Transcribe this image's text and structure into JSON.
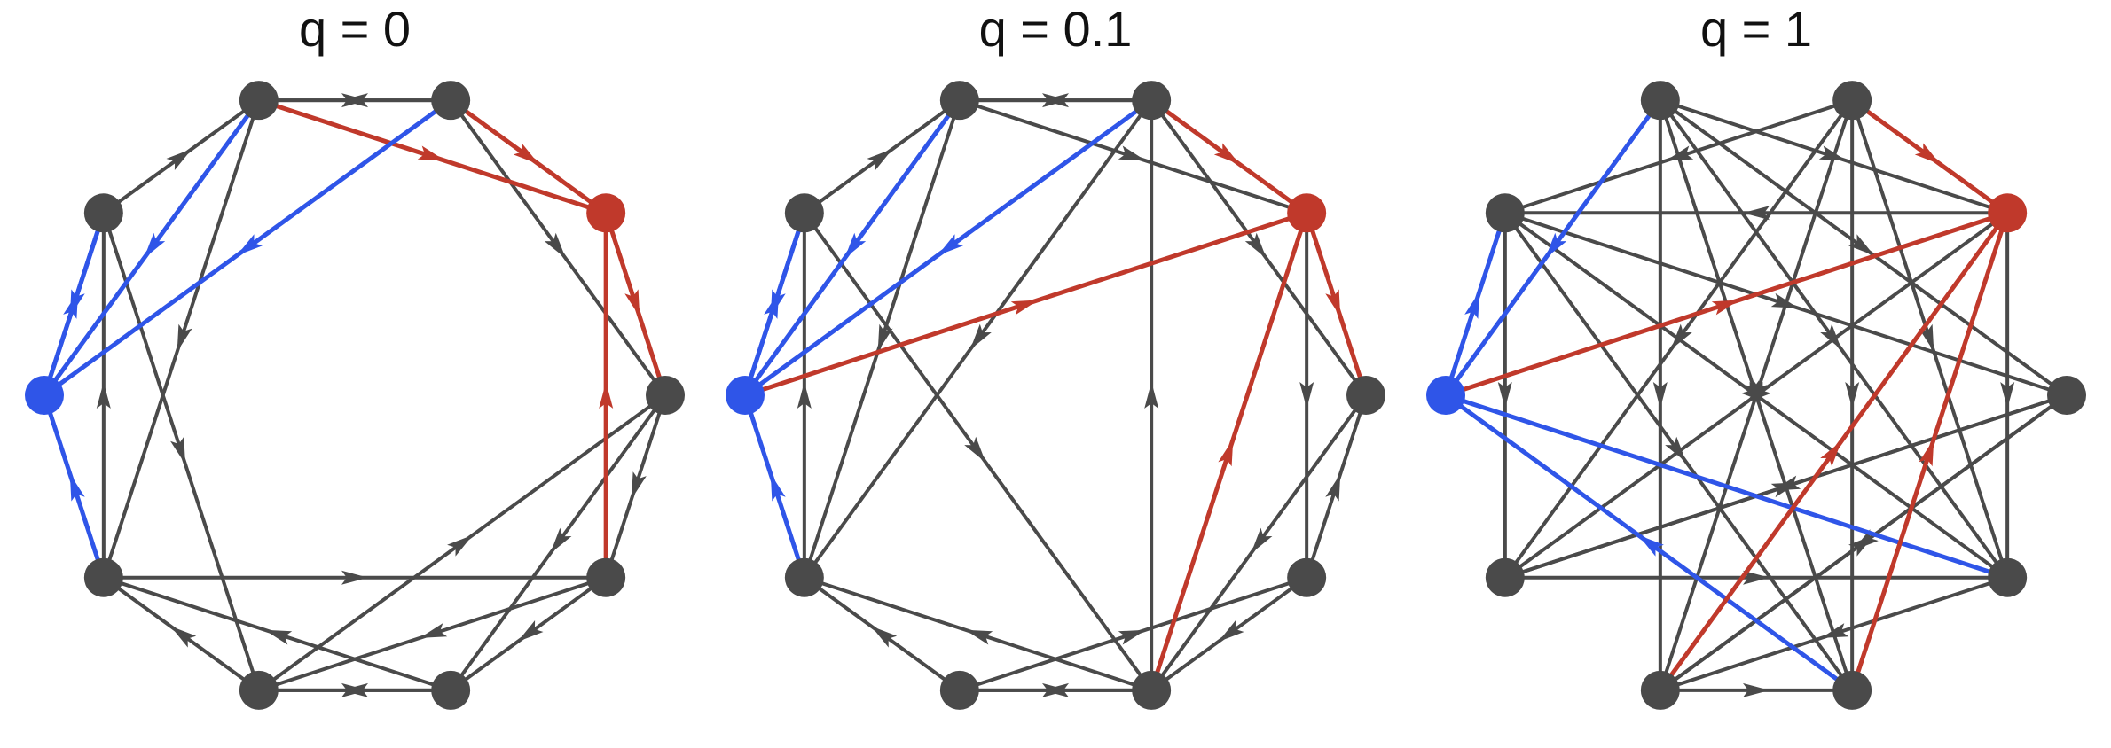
{
  "colors": {
    "default": "#4a4a4a",
    "blue": "#2f55e8",
    "red": "#c0392b"
  },
  "panels": [
    {
      "title": "q = 0",
      "node_colors": [
        "default",
        "default",
        "red",
        "default",
        "default",
        "default",
        "default",
        "default",
        "blue",
        "default"
      ],
      "edges": [
        {
          "from": 0,
          "to": 1,
          "color": "default",
          "mid_arrow": true
        },
        {
          "from": 1,
          "to": 0,
          "color": "default",
          "mid_arrow": true
        },
        {
          "from": 0,
          "to": 2,
          "color": "red",
          "mid_arrow": true
        },
        {
          "from": 0,
          "to": 8,
          "color": "blue",
          "mid_arrow": true
        },
        {
          "from": 0,
          "to": 7,
          "color": "default",
          "mid_arrow": true
        },
        {
          "from": 1,
          "to": 2,
          "color": "red",
          "mid_arrow": true
        },
        {
          "from": 1,
          "to": 3,
          "color": "default",
          "mid_arrow": true
        },
        {
          "from": 1,
          "to": 8,
          "color": "blue",
          "mid_arrow": true
        },
        {
          "from": 2,
          "to": 3,
          "color": "red",
          "mid_arrow": true
        },
        {
          "from": 4,
          "to": 2,
          "color": "red",
          "mid_arrow": true
        },
        {
          "from": 3,
          "to": 4,
          "color": "default",
          "mid_arrow": true
        },
        {
          "from": 3,
          "to": 5,
          "color": "default",
          "mid_arrow": true
        },
        {
          "from": 4,
          "to": 5,
          "color": "default",
          "mid_arrow": true
        },
        {
          "from": 4,
          "to": 6,
          "color": "default",
          "mid_arrow": true
        },
        {
          "from": 5,
          "to": 6,
          "color": "default",
          "mid_arrow": true
        },
        {
          "from": 6,
          "to": 5,
          "color": "default",
          "mid_arrow": true
        },
        {
          "from": 5,
          "to": 7,
          "color": "default",
          "mid_arrow": true
        },
        {
          "from": 6,
          "to": 3,
          "color": "default",
          "mid_arrow": true
        },
        {
          "from": 6,
          "to": 7,
          "color": "default",
          "mid_arrow": true
        },
        {
          "from": 7,
          "to": 4,
          "color": "default",
          "mid_arrow": true
        },
        {
          "from": 7,
          "to": 9,
          "color": "default",
          "mid_arrow": true
        },
        {
          "from": 7,
          "to": 8,
          "color": "blue",
          "mid_arrow": true
        },
        {
          "from": 8,
          "to": 9,
          "color": "blue",
          "mid_arrow": true
        },
        {
          "from": 9,
          "to": 8,
          "color": "blue",
          "mid_arrow": true
        },
        {
          "from": 9,
          "to": 6,
          "color": "default",
          "mid_arrow": true
        },
        {
          "from": 9,
          "to": 0,
          "color": "default",
          "mid_arrow": true
        }
      ]
    },
    {
      "title": "q = 0.1",
      "node_colors": [
        "default",
        "default",
        "red",
        "default",
        "default",
        "default",
        "default",
        "default",
        "blue",
        "default"
      ],
      "edges": [
        {
          "from": 0,
          "to": 1,
          "color": "default",
          "mid_arrow": true
        },
        {
          "from": 1,
          "to": 0,
          "color": "default",
          "mid_arrow": true
        },
        {
          "from": 0,
          "to": 8,
          "color": "blue",
          "mid_arrow": true
        },
        {
          "from": 0,
          "to": 7,
          "color": "default",
          "mid_arrow": true
        },
        {
          "from": 0,
          "to": 2,
          "color": "default",
          "mid_arrow": true
        },
        {
          "from": 1,
          "to": 2,
          "color": "red",
          "mid_arrow": true
        },
        {
          "from": 1,
          "to": 8,
          "color": "blue",
          "mid_arrow": true
        },
        {
          "from": 1,
          "to": 7,
          "color": "default",
          "mid_arrow": true
        },
        {
          "from": 1,
          "to": 3,
          "color": "default",
          "mid_arrow": true
        },
        {
          "from": 8,
          "to": 2,
          "color": "red",
          "mid_arrow": true
        },
        {
          "from": 2,
          "to": 3,
          "color": "red",
          "mid_arrow": true
        },
        {
          "from": 5,
          "to": 2,
          "color": "red",
          "mid_arrow": true
        },
        {
          "from": 5,
          "to": 1,
          "color": "default",
          "mid_arrow": true
        },
        {
          "from": 2,
          "to": 4,
          "color": "default",
          "mid_arrow": true
        },
        {
          "from": 4,
          "to": 3,
          "color": "default",
          "mid_arrow": true
        },
        {
          "from": 3,
          "to": 5,
          "color": "default",
          "mid_arrow": true
        },
        {
          "from": 4,
          "to": 5,
          "color": "default",
          "mid_arrow": true
        },
        {
          "from": 5,
          "to": 6,
          "color": "default",
          "mid_arrow": true
        },
        {
          "from": 6,
          "to": 5,
          "color": "default",
          "mid_arrow": true
        },
        {
          "from": 5,
          "to": 7,
          "color": "default",
          "mid_arrow": true
        },
        {
          "from": 6,
          "to": 4,
          "color": "default",
          "mid_arrow": true
        },
        {
          "from": 6,
          "to": 7,
          "color": "default",
          "mid_arrow": true
        },
        {
          "from": 9,
          "to": 5,
          "color": "default",
          "mid_arrow": true
        },
        {
          "from": 7,
          "to": 9,
          "color": "default",
          "mid_arrow": true
        },
        {
          "from": 7,
          "to": 8,
          "color": "blue",
          "mid_arrow": true
        },
        {
          "from": 8,
          "to": 9,
          "color": "blue",
          "mid_arrow": true
        },
        {
          "from": 9,
          "to": 8,
          "color": "blue",
          "mid_arrow": true
        },
        {
          "from": 9,
          "to": 0,
          "color": "default",
          "mid_arrow": true
        }
      ]
    },
    {
      "title": "q = 1",
      "node_colors": [
        "default",
        "default",
        "red",
        "default",
        "default",
        "default",
        "default",
        "default",
        "blue",
        "default"
      ],
      "edges": [
        {
          "from": 0,
          "to": 8,
          "color": "blue",
          "mid_arrow": true
        },
        {
          "from": 8,
          "to": 9,
          "color": "blue",
          "mid_arrow": true
        },
        {
          "from": 8,
          "to": 2,
          "color": "red",
          "mid_arrow": true
        },
        {
          "from": 8,
          "to": 4,
          "color": "blue",
          "mid_arrow": false
        },
        {
          "from": 5,
          "to": 8,
          "color": "blue",
          "mid_arrow": true
        },
        {
          "from": 1,
          "to": 2,
          "color": "red",
          "mid_arrow": true
        },
        {
          "from": 5,
          "to": 2,
          "color": "red",
          "mid_arrow": true
        },
        {
          "from": 6,
          "to": 2,
          "color": "red",
          "mid_arrow": true
        },
        {
          "from": 0,
          "to": 5,
          "color": "default",
          "mid_arrow": true
        },
        {
          "from": 0,
          "to": 4,
          "color": "default",
          "mid_arrow": true
        },
        {
          "from": 0,
          "to": 6,
          "color": "default",
          "mid_arrow": true
        },
        {
          "from": 0,
          "to": 2,
          "color": "default",
          "mid_arrow": true
        },
        {
          "from": 0,
          "to": 3,
          "color": "default",
          "mid_arrow": true
        },
        {
          "from": 1,
          "to": 9,
          "color": "default",
          "mid_arrow": true
        },
        {
          "from": 1,
          "to": 7,
          "color": "default",
          "mid_arrow": true
        },
        {
          "from": 1,
          "to": 5,
          "color": "default",
          "mid_arrow": true
        },
        {
          "from": 1,
          "to": 4,
          "color": "default",
          "mid_arrow": true
        },
        {
          "from": 1,
          "to": 6,
          "color": "default",
          "mid_arrow": true
        },
        {
          "from": 2,
          "to": 9,
          "color": "default",
          "mid_arrow": true
        },
        {
          "from": 2,
          "to": 7,
          "color": "default",
          "mid_arrow": true
        },
        {
          "from": 2,
          "to": 4,
          "color": "default",
          "mid_arrow": true
        },
        {
          "from": 9,
          "to": 3,
          "color": "default",
          "mid_arrow": true
        },
        {
          "from": 9,
          "to": 4,
          "color": "default",
          "mid_arrow": true
        },
        {
          "from": 9,
          "to": 5,
          "color": "default",
          "mid_arrow": true
        },
        {
          "from": 9,
          "to": 7,
          "color": "default",
          "mid_arrow": true
        },
        {
          "from": 7,
          "to": 3,
          "color": "default",
          "mid_arrow": true
        },
        {
          "from": 7,
          "to": 4,
          "color": "default",
          "mid_arrow": true
        },
        {
          "from": 3,
          "to": 6,
          "color": "default",
          "mid_arrow": true
        },
        {
          "from": 3,
          "to": 7,
          "color": "default",
          "mid_arrow": true
        },
        {
          "from": 6,
          "to": 3,
          "color": "default",
          "mid_arrow": true
        },
        {
          "from": 4,
          "to": 6,
          "color": "default",
          "mid_arrow": true
        },
        {
          "from": 6,
          "to": 5,
          "color": "default",
          "mid_arrow": true
        }
      ]
    }
  ]
}
